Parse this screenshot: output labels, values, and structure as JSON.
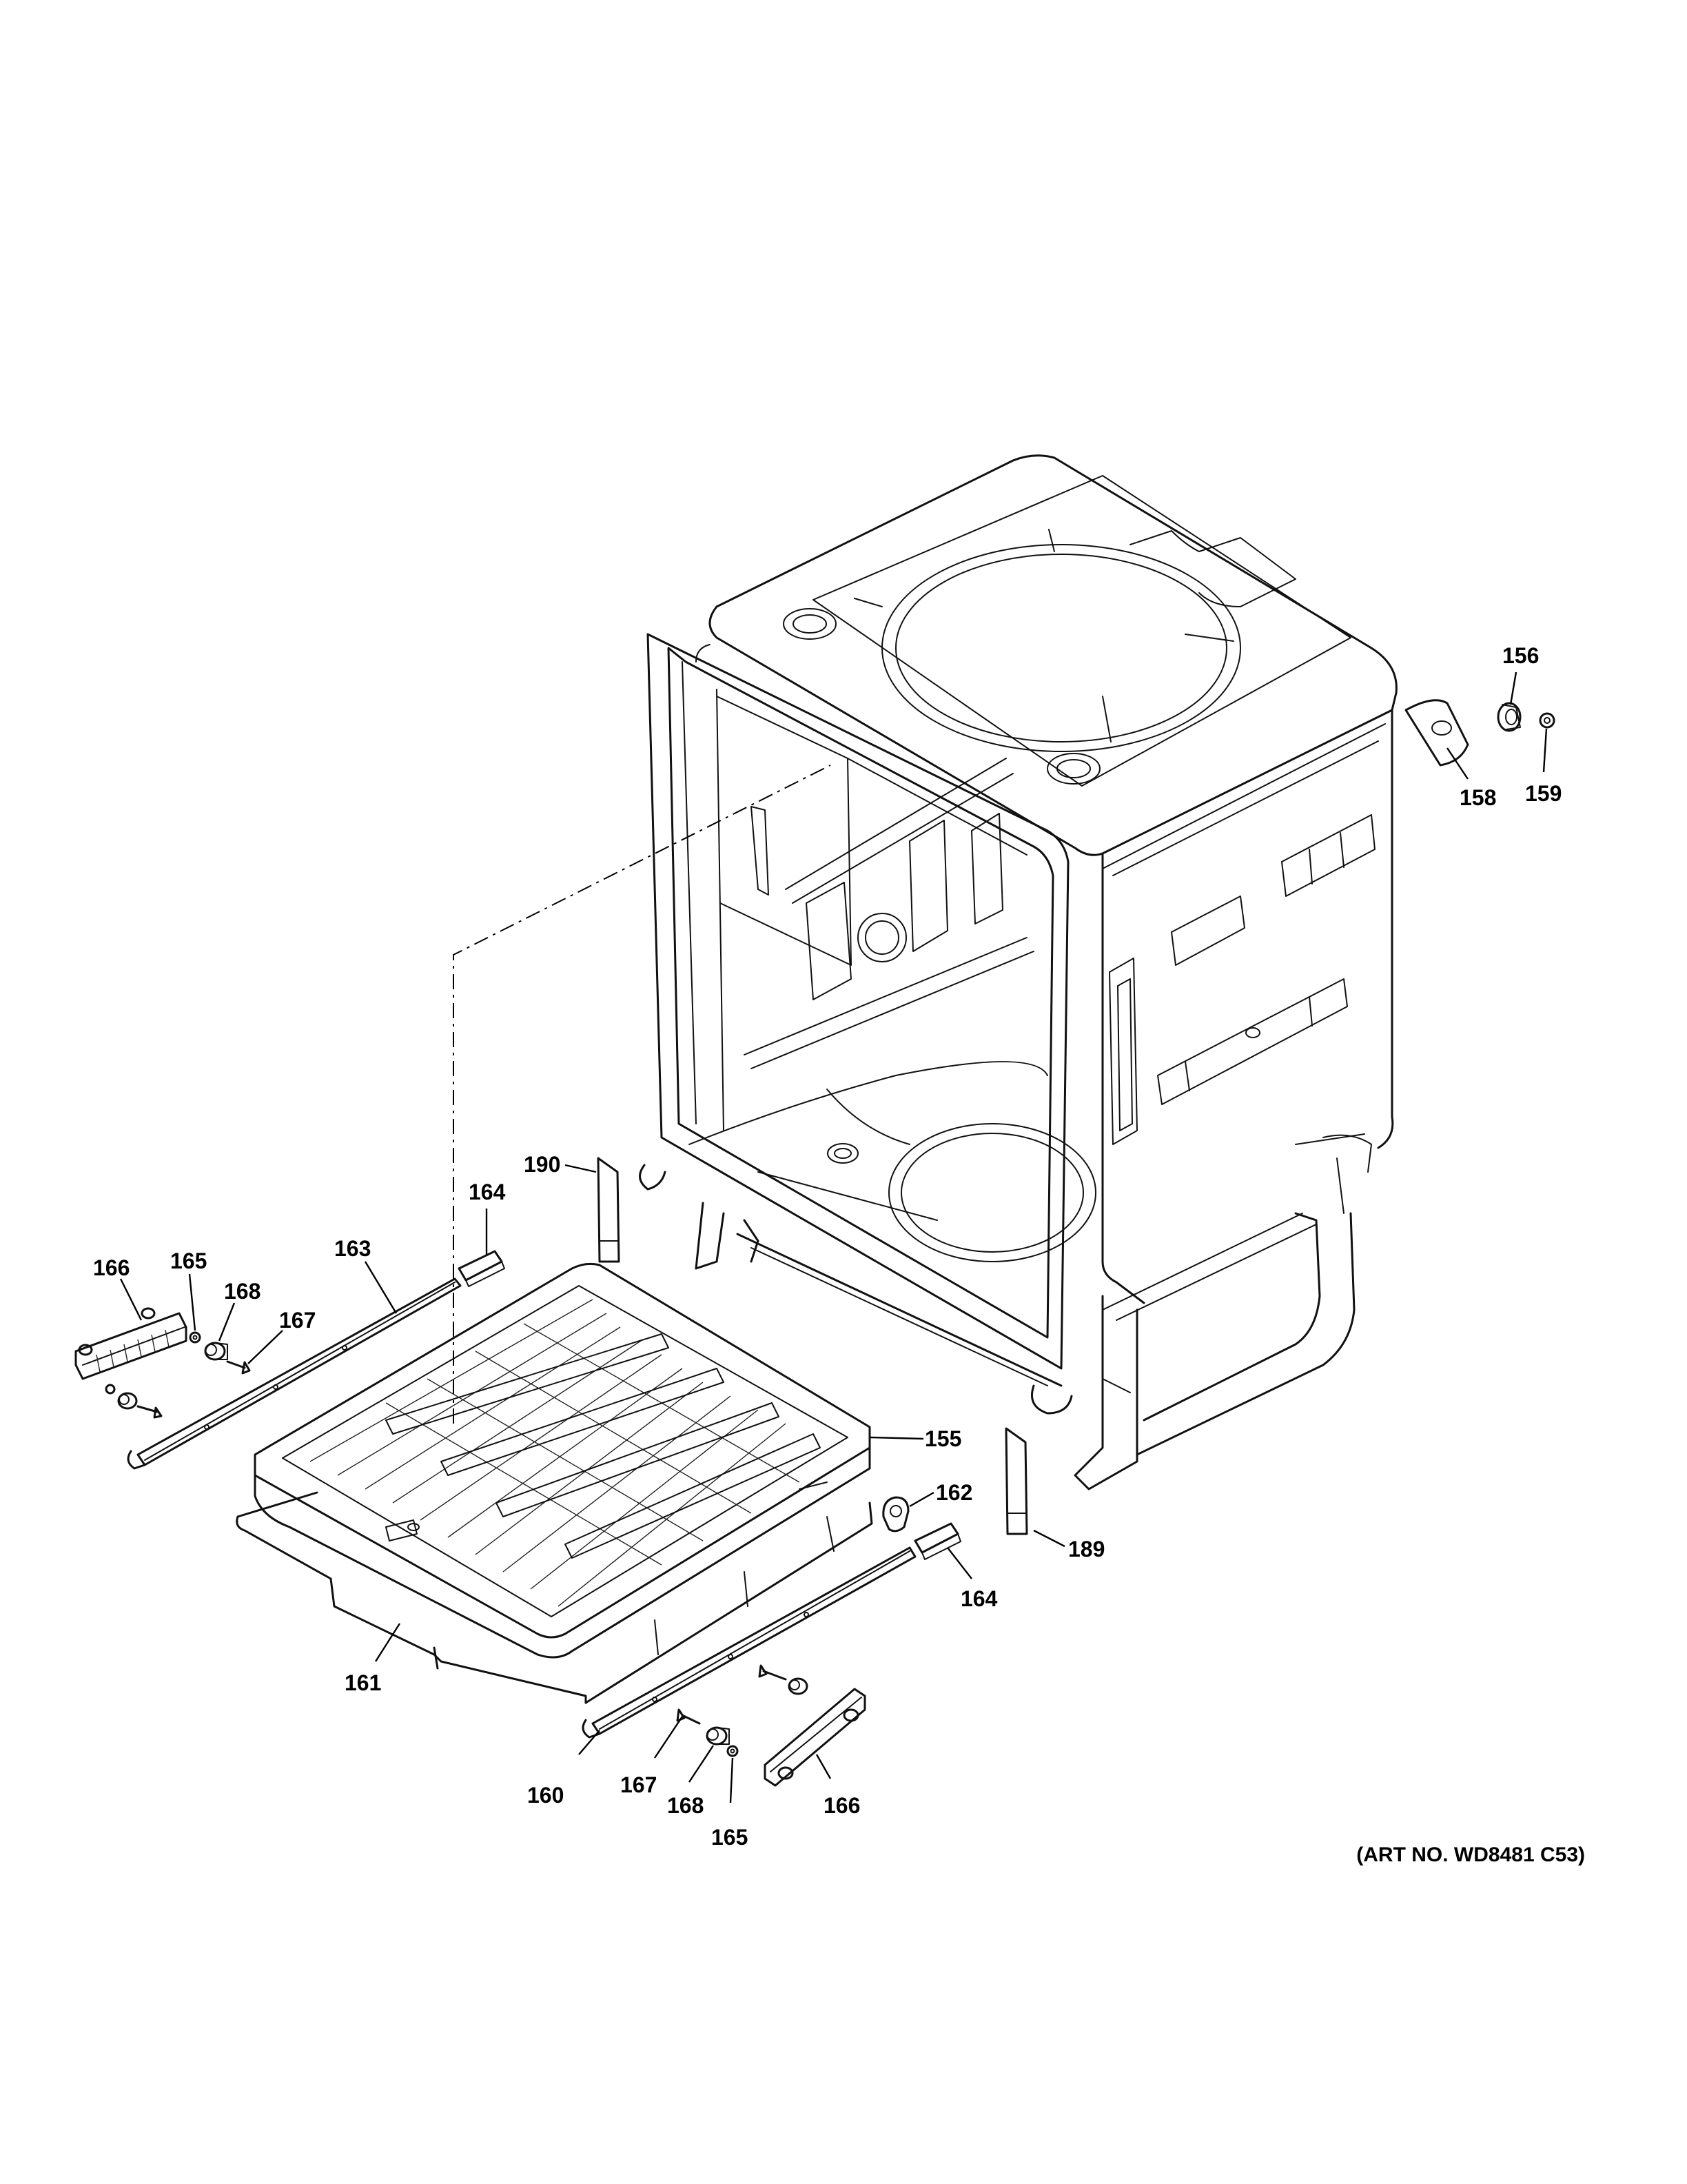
{
  "labels": {
    "p155": "155",
    "p156": "156",
    "p158": "158",
    "p159": "159",
    "p160": "160",
    "p161": "161",
    "p162": "162",
    "p163": "163",
    "p164a": "164",
    "p164b": "164",
    "p165a": "165",
    "p165b": "165",
    "p166a": "166",
    "p166b": "166",
    "p167a": "167",
    "p167b": "167",
    "p168a": "168",
    "p168b": "168",
    "p189": "189",
    "p190": "190"
  },
  "art_number": "(ART NO. WD8481 C53)"
}
